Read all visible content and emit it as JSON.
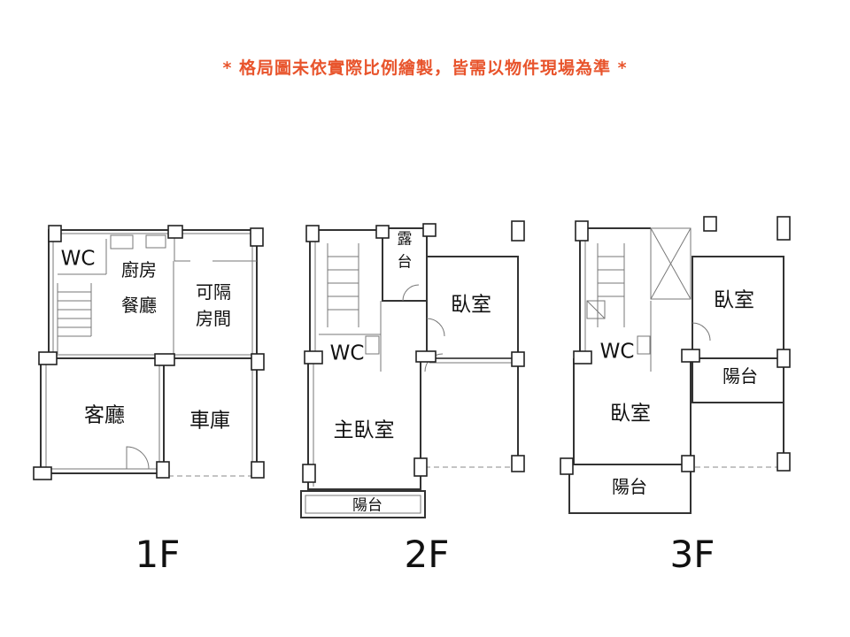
{
  "note": "* 格局圖未依實際比例繪製，皆需以物件現場為準 *",
  "floors": [
    {
      "name": "1F",
      "rooms": {
        "wc": "WC",
        "kitchen": "廚房",
        "dining": "餐廳",
        "flex1": "可隔",
        "flex2": "房間",
        "living": "客廳",
        "garage": "車庫"
      }
    },
    {
      "name": "2F",
      "rooms": {
        "terrace1": "露",
        "terrace2": "台",
        "bedroom": "臥室",
        "wc": "WC",
        "master": "主臥室",
        "balcony": "陽台"
      }
    },
    {
      "name": "3F",
      "rooms": {
        "bedroom1": "臥室",
        "balcony1": "陽台",
        "wc": "WC",
        "bedroom2": "臥室",
        "balcony2": "陽台"
      }
    }
  ],
  "colors": {
    "note": "#e8542c",
    "wall": "#333333"
  }
}
